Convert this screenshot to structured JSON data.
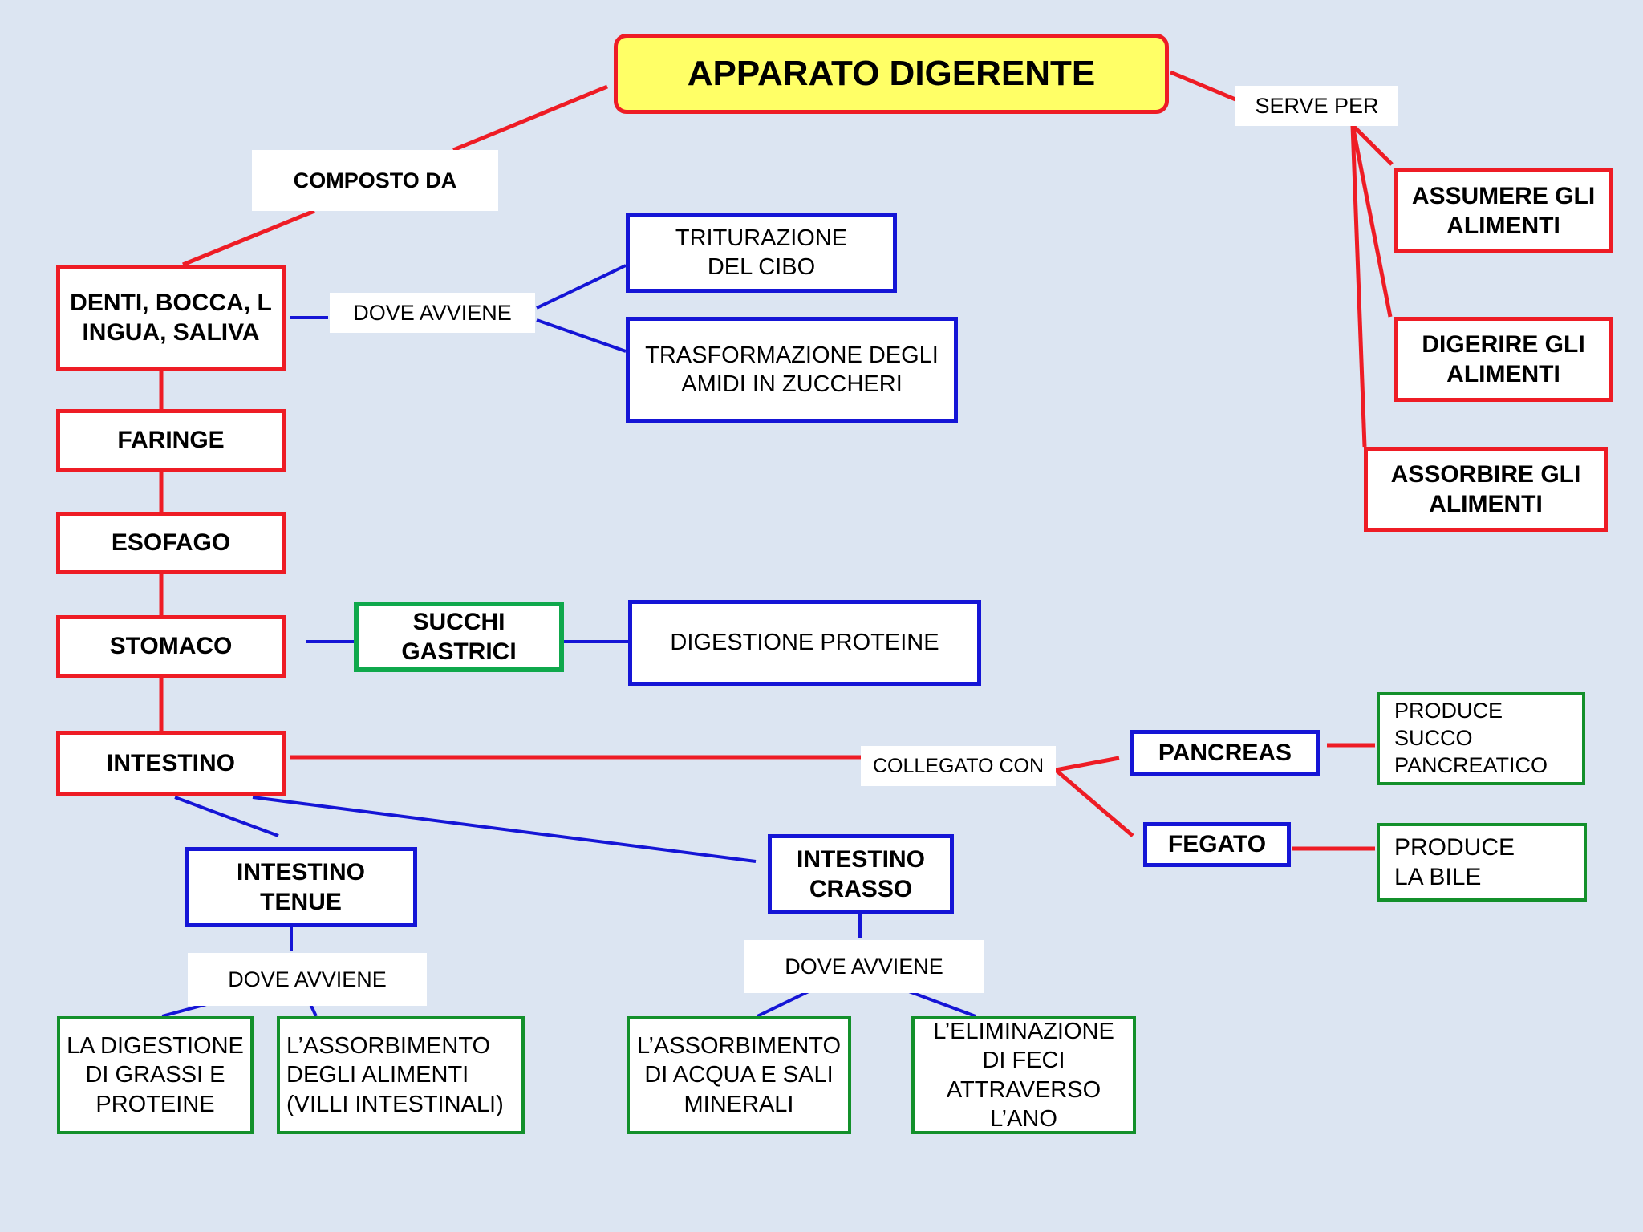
{
  "title": "APPARATO DIGERENTE",
  "colors": {
    "background": "#dce5f2",
    "title_fill": "#ffff66",
    "red": "#ee1c25",
    "blue": "#1515d6",
    "green": "#13902b"
  },
  "labels": {
    "composto_da": "COMPOSTO DA",
    "serve_per": "SERVE PER",
    "dove_avviene_1": "DOVE AVVIENE",
    "collegato_con": "COLLEGATO CON",
    "dove_avviene_tenue": "DOVE AVVIENE",
    "dove_avviene_crasso": "DOVE AVVIENE"
  },
  "organs": {
    "denti": "DENTI, BOCCA, L INGUA, SALIVA",
    "faringe": "FARINGE",
    "esofago": "ESOFAGO",
    "stomaco": "STOMACO",
    "intestino": "INTESTINO"
  },
  "purposes": {
    "assumere": "ASSUMERE GLI ALIMENTI",
    "digerire": "DIGERIRE GLI ALIMENTI",
    "assorbire": "ASSORBIRE GLI ALIMENTI"
  },
  "mouth_functions": {
    "triturazione": "TRITURAZIONE DEL CIBO",
    "trasformazione": "TRASFORMAZIONE DEGLI AMIDI IN ZUCCHERI"
  },
  "stomach": {
    "succhi": "SUCCHI GASTRICI",
    "digestione": "DIGESTIONE PROTEINE"
  },
  "glands": {
    "pancreas": "PANCREAS",
    "pancreas_fn": "PRODUCE SUCCO PANCREATICO",
    "fegato": "FEGATO",
    "fegato_fn": "PRODUCE LA BILE"
  },
  "intestine": {
    "tenue": "INTESTINO TENUE",
    "crasso": "INTESTINO CRASSO",
    "tenue_fn1": "LA DIGESTIONE DI GRASSI E PROTEINE",
    "tenue_fn2": "L’ASSORBIMENTO DEGLI ALIMENTI (VILLI INTESTINALI)",
    "crasso_fn1": "L’ASSORBIMENTO DI ACQUA E SALI MINERALI",
    "crasso_fn2": "L’ELIMINAZIONE DI FECI ATTRAVERSO L’ANO"
  }
}
